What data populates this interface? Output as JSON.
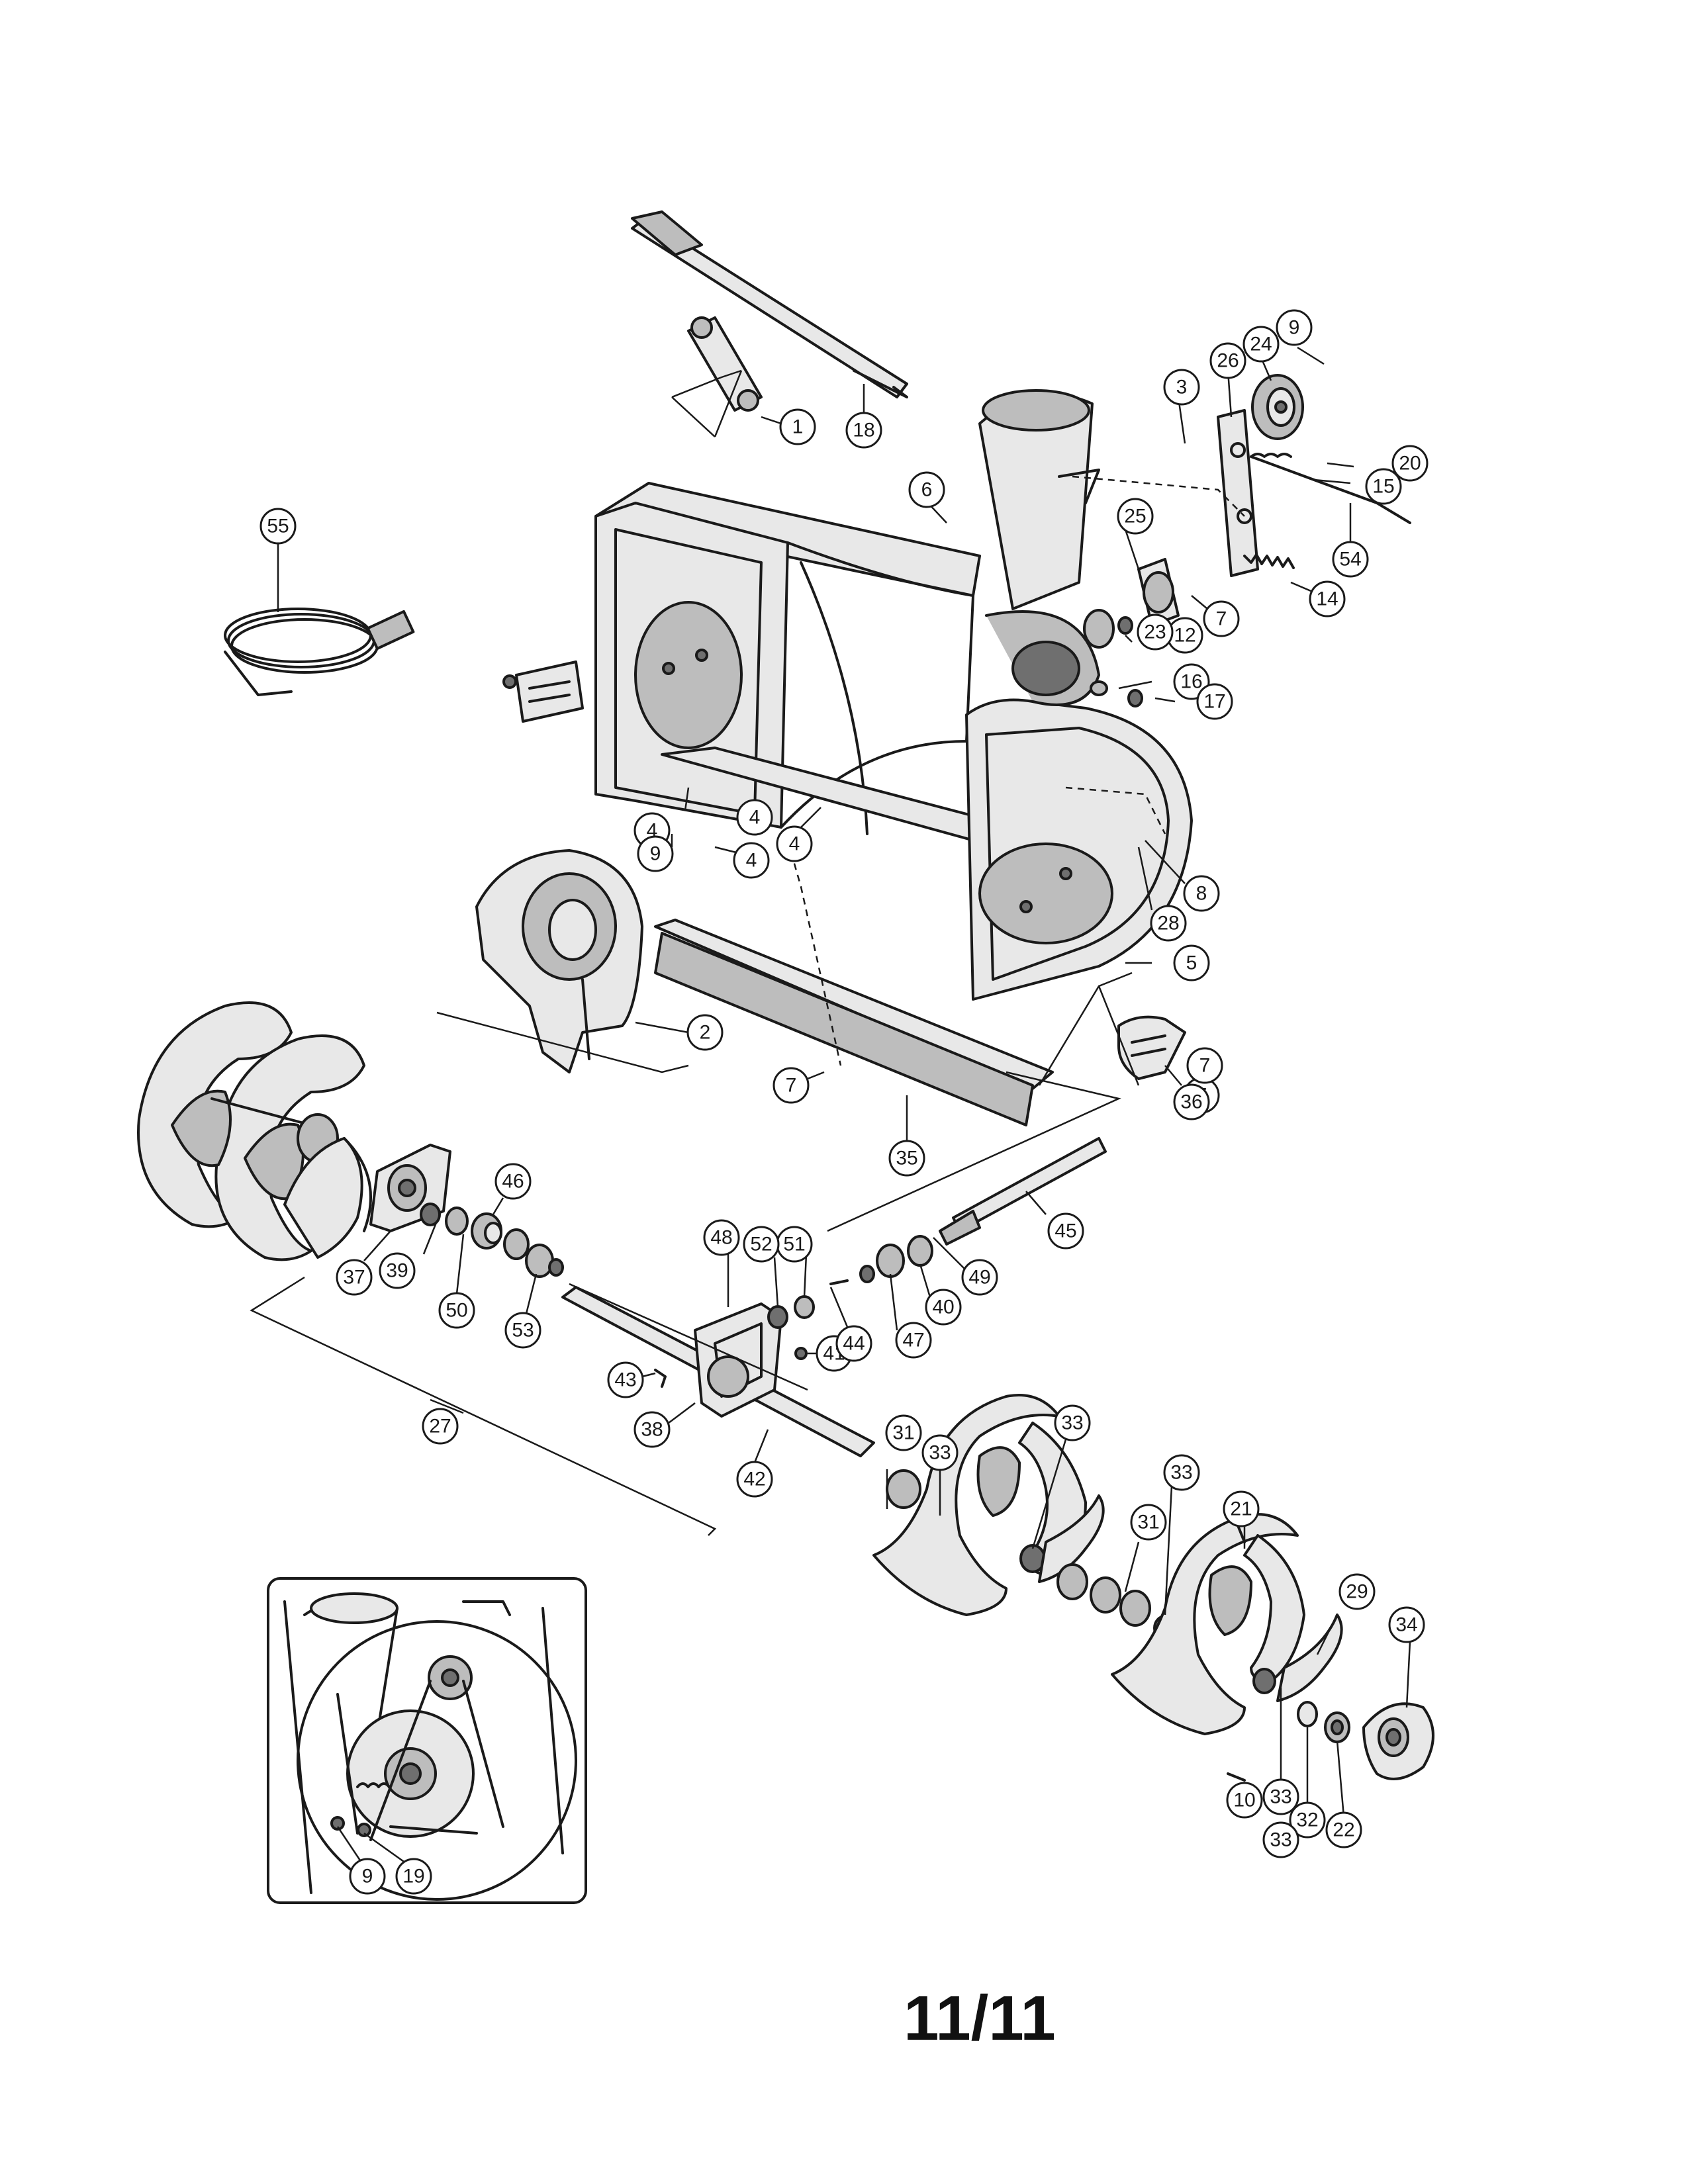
{
  "page_number": "11/11",
  "callouts": [
    "1",
    "2",
    "3",
    "4",
    "4",
    "4",
    "4",
    "5",
    "6",
    "7",
    "7",
    "7",
    "7",
    "8",
    "9",
    "9",
    "9",
    "10",
    "12",
    "14",
    "15",
    "16",
    "17",
    "18",
    "19",
    "20",
    "21",
    "22",
    "23",
    "24",
    "25",
    "26",
    "27",
    "28",
    "29",
    "31",
    "31",
    "32",
    "33",
    "33",
    "33",
    "33",
    "33",
    "34",
    "35",
    "36",
    "37",
    "38",
    "39",
    "40",
    "41",
    "42",
    "43",
    "44",
    "45",
    "46",
    "47",
    "48",
    "49",
    "50",
    "51",
    "52",
    "53",
    "54",
    "55"
  ]
}
